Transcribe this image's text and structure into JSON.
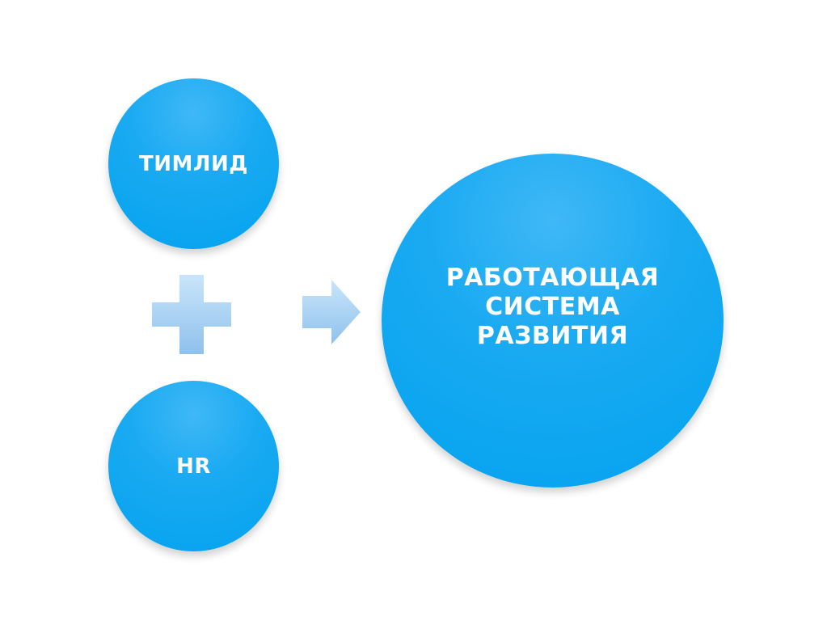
{
  "diagram": {
    "nodes": {
      "teamlead": {
        "label": "ТИМЛИД"
      },
      "hr": {
        "label": "HR"
      },
      "system": {
        "label": "РАБОТАЮЩАЯ\nСИСТЕМА\nРАЗВИТИЯ"
      }
    },
    "operators": {
      "plus": "plus-icon",
      "arrow": "arrow-right-icon"
    },
    "colors": {
      "circle": "#03a2ef",
      "circle_highlight": "#3fb8f6",
      "operator_light": "#b9dcf7",
      "operator_dark": "#8fc1ec"
    }
  }
}
